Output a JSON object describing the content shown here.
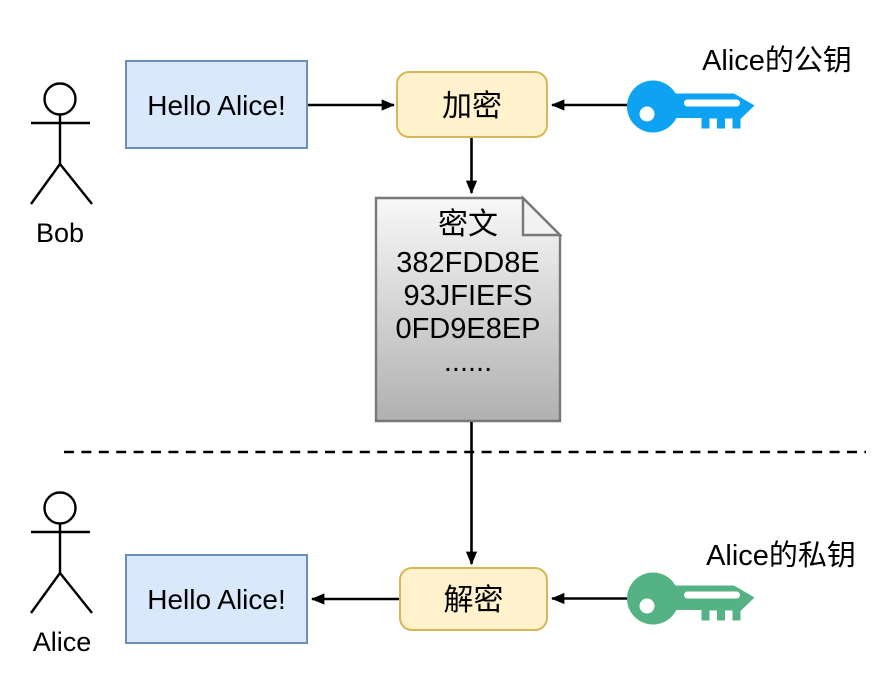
{
  "sender": {
    "name": "Bob",
    "message": "Hello Alice!"
  },
  "receiver": {
    "name": "Alice",
    "message": "Hello Alice!"
  },
  "encrypt": {
    "label": "加密"
  },
  "decrypt": {
    "label": "解密"
  },
  "public_key": {
    "label": "Alice的公钥",
    "color": "#0da2f2"
  },
  "private_key": {
    "label": "Alice的私钥",
    "color": "#55b285"
  },
  "ciphertext": {
    "title": "密文",
    "lines": [
      "382FDD8E",
      "93JFIEFS",
      "0FD9E8EP",
      "......"
    ]
  },
  "styles": {
    "message_fill": "#dae8fc",
    "message_border": "#6c8ebf",
    "process_fill": "#fff2cc",
    "process_border": "#d6b656",
    "doc_gradient_top": "#f8f8f8",
    "doc_gradient_bottom": "#b0b0b0",
    "fold_fill": "#f2f2f2"
  }
}
